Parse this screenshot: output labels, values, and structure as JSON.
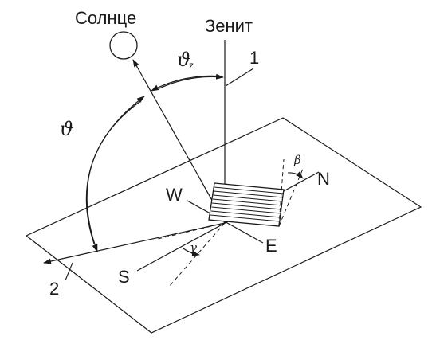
{
  "labels": {
    "sun": "Солнце",
    "zenith": "Зенит",
    "one": "1",
    "two": "2",
    "theta_z_main": "ϑ",
    "theta_z_sub": "z",
    "theta": "ϑ",
    "beta": "β",
    "gamma": "γ",
    "west": "W",
    "east": "E",
    "north": "N",
    "south": "S"
  },
  "colors": {
    "ink": "#1a1a1a",
    "background": "#ffffff"
  }
}
